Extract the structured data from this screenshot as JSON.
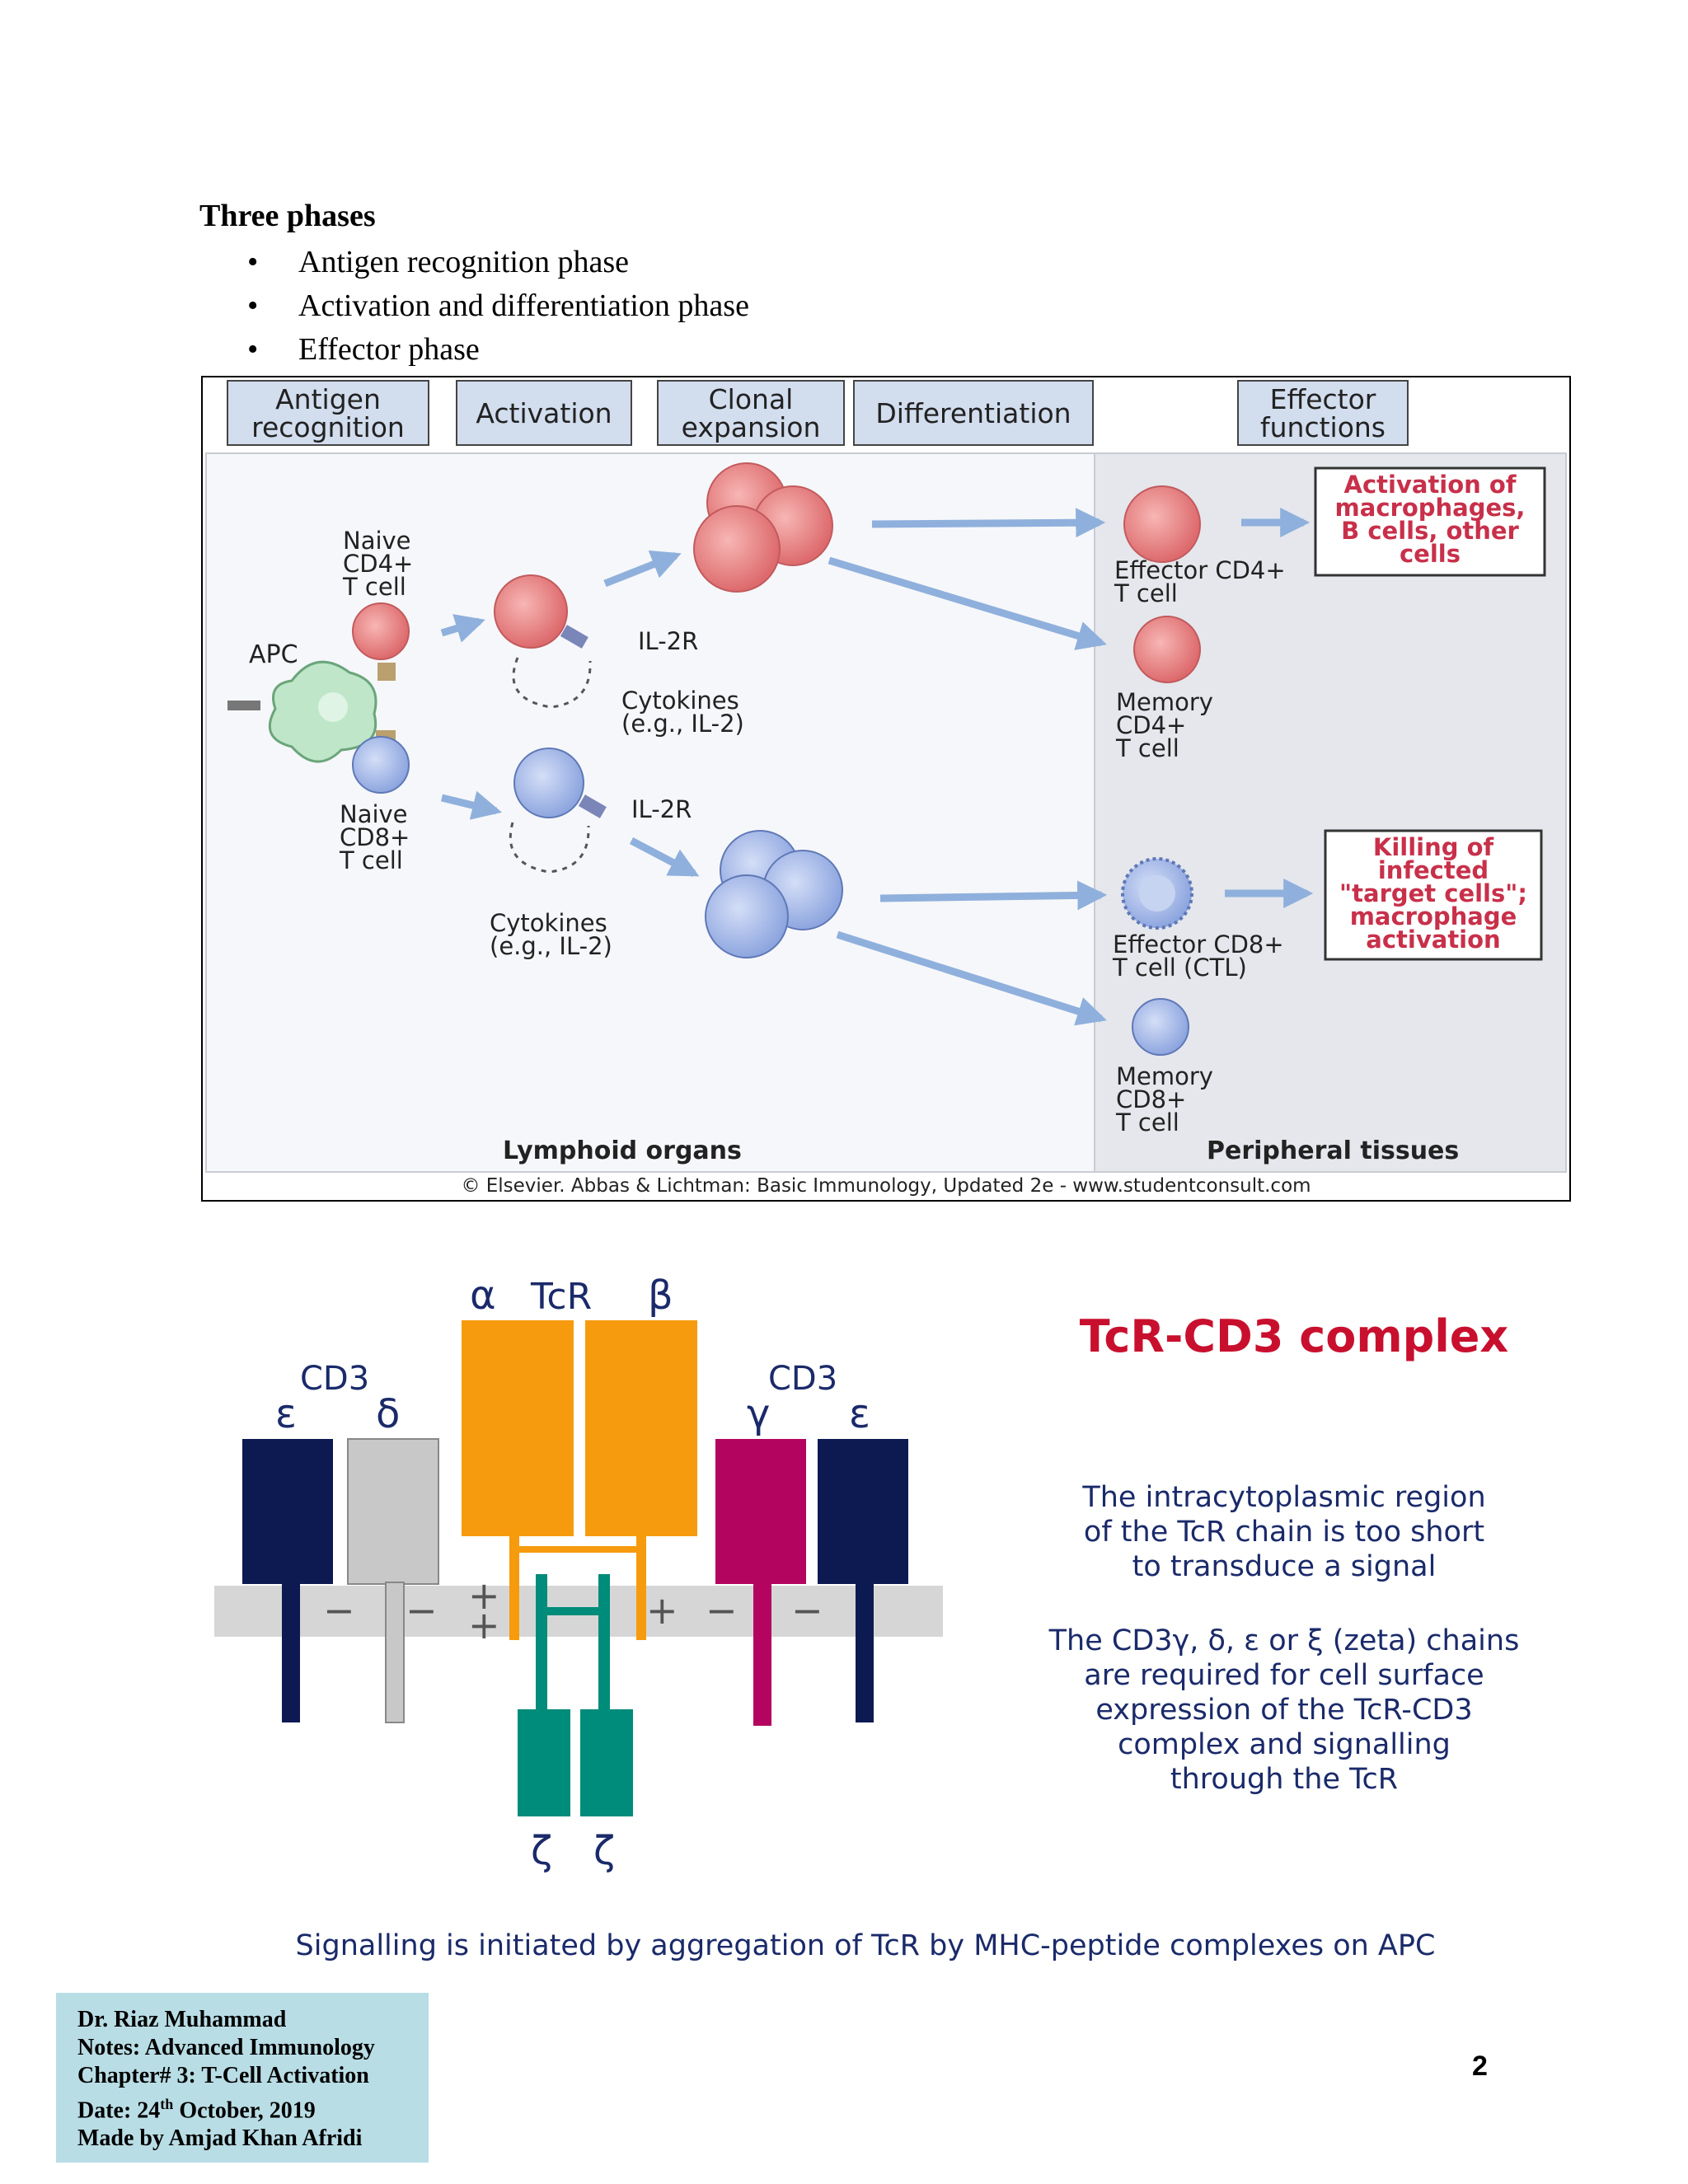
{
  "section": {
    "heading": "Three phases",
    "phases": [
      "Antigen recognition phase",
      "Activation and differentiation phase",
      "Effector phase"
    ]
  },
  "figure1": {
    "phase_boxes": [
      [
        "Antigen",
        "recognition"
      ],
      [
        "Activation"
      ],
      [
        "Clonal",
        "expansion"
      ],
      [
        "Differentiation"
      ],
      [
        "Effector",
        "functions"
      ]
    ],
    "labels": {
      "naive_cd4": [
        "Naive",
        "CD4+",
        "T cell"
      ],
      "apc": "APC",
      "naive_cd8": [
        "Naive",
        "CD8+",
        "T cell"
      ],
      "il2r_top": "IL-2R",
      "il2r_bottom": "IL-2R",
      "cytokines_top": [
        "Cytokines",
        "(e.g., IL-2)"
      ],
      "cytokines_bottom": [
        "Cytokines",
        "(e.g., IL-2)"
      ],
      "effector_cd4": [
        "Effector CD4+",
        "T cell"
      ],
      "memory_cd4": [
        "Memory",
        "CD4+",
        "T cell"
      ],
      "effector_cd8": [
        "Effector CD8+",
        "T cell (CTL)"
      ],
      "memory_cd8": [
        "Memory",
        "CD8+",
        "T cell"
      ],
      "lymphoid": "Lymphoid organs",
      "peripheral": "Peripheral tissues"
    },
    "outcome_boxes": {
      "cd4": [
        "Activation of",
        "macrophages,",
        "B cells, other",
        "cells"
      ],
      "cd8": [
        "Killing of",
        "infected",
        "\"target cells\";",
        "macrophage",
        "activation"
      ]
    },
    "credit": "© Elsevier. Abbas & Lichtman: Basic Immunology, Updated 2e - www.studentconsult.com",
    "colors": {
      "cd4": "#e8787a",
      "cd8": "#9db3e6",
      "apc": "#bfe6c9",
      "arrow": "#8fb0dc",
      "outcome": "#c8304a"
    }
  },
  "figure2": {
    "title": "TcR-CD3 complex",
    "greek": {
      "alpha": "α",
      "tcr": "TcR",
      "beta": "β",
      "cd3_left": "CD3",
      "cd3_right": "CD3",
      "eps_left": "ε",
      "delta": "δ",
      "gamma": "γ",
      "eps_right": "ε",
      "zeta1": "ζ",
      "zeta2": "ζ"
    },
    "charges": {
      "minus1": "−",
      "minus2": "−",
      "plus1": "+",
      "plus2": "+",
      "plus3": "+",
      "minus3": "−",
      "minus4": "−"
    },
    "text1": [
      "The intracytoplasmic region",
      "of the TcR chain is too short",
      "to transduce a signal"
    ],
    "text2": [
      "The CD3γ, δ, ε or ξ (zeta) chains",
      "are required for cell surface",
      "expression of the TcR-CD3",
      "complex and signalling",
      "through the TcR"
    ],
    "caption": "Signalling is initiated by aggregation of TcR by MHC-peptide complexes on APC",
    "colors": {
      "navy": "#0d1a52",
      "grey": "#c8c8c8",
      "orange": "#f79b0e",
      "magenta": "#b3045f",
      "teal": "#008c7a",
      "title": "#c8102e"
    }
  },
  "footer": {
    "lines": [
      "Dr. Riaz Muhammad",
      "Notes: Advanced Immunology",
      "Chapter# 3: T-Cell Activation"
    ],
    "date_prefix": "Date: 24",
    "date_sup": "th",
    "date_suffix": " October, 2019",
    "author": "Made by Amjad Khan Afridi"
  },
  "page_number": "2"
}
